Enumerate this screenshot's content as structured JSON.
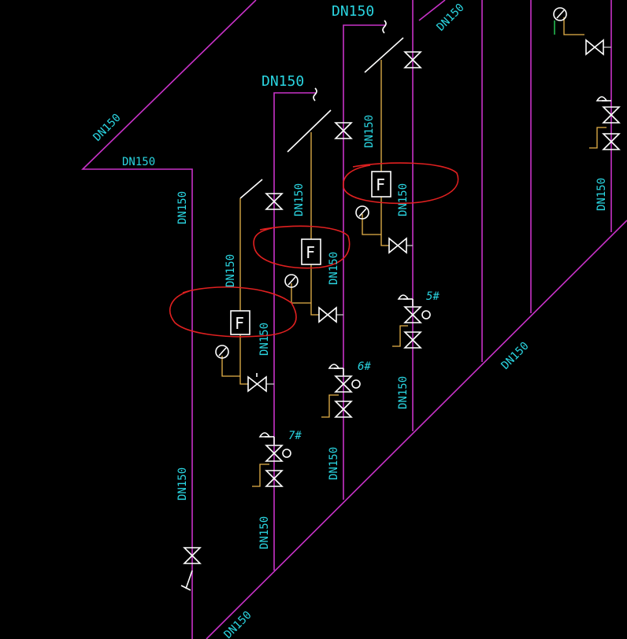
{
  "diagram": {
    "pipe_size_label": "DN150",
    "flow_meter_label": "F",
    "station_tags": [
      "5#",
      "6#",
      "7#"
    ],
    "colors": {
      "background": "#000000",
      "pipe": "#c832c8",
      "label": "#2ad4e0",
      "symbol": "#ffffff",
      "branch": "#e8b44a",
      "annotation": "#e02020"
    }
  }
}
